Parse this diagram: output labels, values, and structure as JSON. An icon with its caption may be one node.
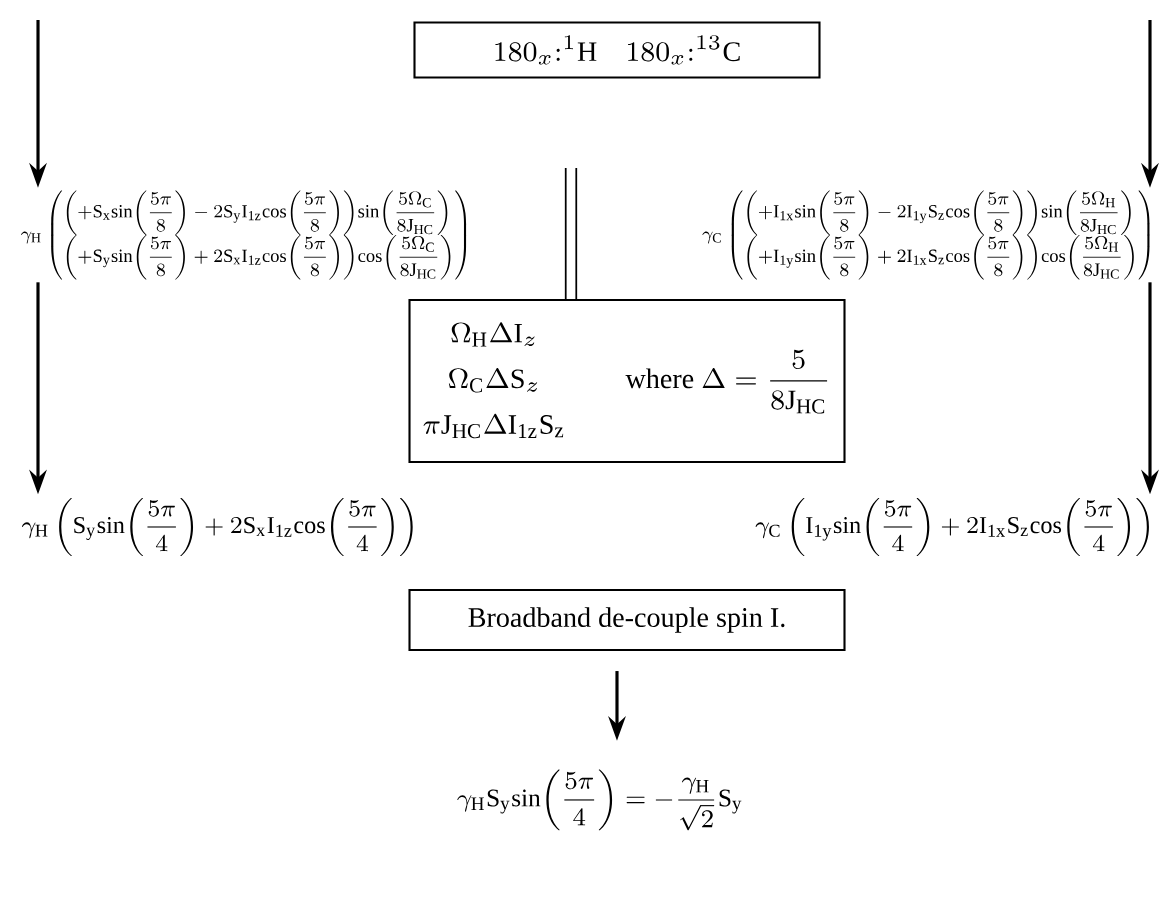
{
  "diagram": {
    "nodes": [
      {
        "text": [
          "180_{x}{:}^{1}\\mathrm{H}\\quad 180_{x}{:}^{13}\\mathrm{C}"
        ]
      },
      {
        "text": [
          "\\gamma_{\\mathrm{H}}\\left(\\begin{array}{@{}l@{}}\\left(+\\mathrm{S_{x}}\\mathrm{sin}\\!\\left(\\dfrac{5\\pi}{8}\\right)-2\\mathrm{S_{y}I_{1z}}\\mathrm{cos}\\!\\left(\\dfrac{5\\pi}{8}\\right)\\right)\\!\\mathrm{sin}\\!\\left(\\dfrac{5\\Omega_{\\mathrm{C}}}{8\\mathrm{J_{HC}}}\\right)\\\\[2pt]\\left(+\\mathrm{S_{y}}\\mathrm{sin}\\!\\left(\\dfrac{5\\pi}{8}\\right)+2\\mathrm{S_{x}I_{1z}}\\mathrm{cos}\\!\\left(\\dfrac{5\\pi}{8}\\right)\\right)\\!\\mathrm{cos}\\!\\left(\\dfrac{5\\Omega_{\\mathrm{C}}}{8\\mathrm{J_{HC}}}\\right)\\end{array}\\right)"
        ]
      },
      {
        "text": [
          "\\gamma_{\\mathrm{C}}\\left(\\begin{array}{@{}l@{}}\\left(+\\mathrm{I_{1x}}\\mathrm{sin}\\!\\left(\\dfrac{5\\pi}{8}\\right)-2\\mathrm{I_{1y}S_{z}}\\mathrm{cos}\\!\\left(\\dfrac{5\\pi}{8}\\right)\\right)\\!\\mathrm{sin}\\!\\left(\\dfrac{5\\Omega_{\\mathrm{H}}}{8\\mathrm{J_{HC}}}\\right)\\\\[2pt]\\left(+\\mathrm{I_{1y}}\\mathrm{sin}\\!\\left(\\dfrac{5\\pi}{8}\\right)+2\\mathrm{I_{1x}S_{z}}\\mathrm{cos}\\!\\left(\\dfrac{5\\pi}{8}\\right)\\right)\\!\\mathrm{cos}\\!\\left(\\dfrac{5\\Omega_{\\mathrm{H}}}{8\\mathrm{J_{HC}}}\\right)\\end{array}\\right)"
        ]
      },
      {
        "text": [
          "\\Omega_{\\mathrm{H}}\\Delta\\mathrm{I}_{z}",
          "\\Omega_{\\mathrm{C}}\\Delta\\mathrm{S}_{z}",
          "\\pi\\mathrm{J_{HC}}\\Delta\\mathrm{I_{1z}S_{z}}",
          "\\text{where }\\Delta=\\dfrac{5}{8\\mathrm{J_{HC}}}"
        ]
      },
      {
        "text": [
          "\\gamma_{\\mathrm{H}}\\left(\\mathrm{S_{y}}\\mathrm{sin}\\!\\left(\\dfrac{5\\pi}{4}\\right)+2\\mathrm{S_{x}I_{1z}}\\mathrm{cos}\\!\\left(\\dfrac{5\\pi}{4}\\right)\\right)"
        ]
      },
      {
        "text": [
          "\\gamma_{\\mathrm{C}}\\left(\\mathrm{I_{1y}}\\mathrm{sin}\\!\\left(\\dfrac{5\\pi}{4}\\right)+2\\mathrm{I_{1x}S_{z}}\\mathrm{cos}\\!\\left(\\dfrac{5\\pi}{4}\\right)\\right)"
        ]
      },
      {
        "text": [
          "Broadband de-couple spin I."
        ]
      },
      {
        "text": [
          "\\gamma_{\\mathrm{H}}\\mathrm{S_{y}}\\mathrm{sin}\\!\\left(\\dfrac{5\\pi}{4}\\right)=-\\dfrac{\\gamma_{\\mathrm{H}}}{\\sqrt{2}}\\mathrm{S_{y}}"
        ]
      }
    ],
    "edges": [
      {
        "from": null,
        "to": 1,
        "arrow": "to"
      },
      {
        "from": null,
        "to": 2,
        "arrow": "to"
      },
      {
        "from": 1,
        "to": 4,
        "arrow": "to"
      },
      {
        "from": 2,
        "to": 5,
        "arrow": "to"
      },
      {
        "from": 6,
        "to": 7,
        "arrow": "to"
      }
    ]
  }
}
